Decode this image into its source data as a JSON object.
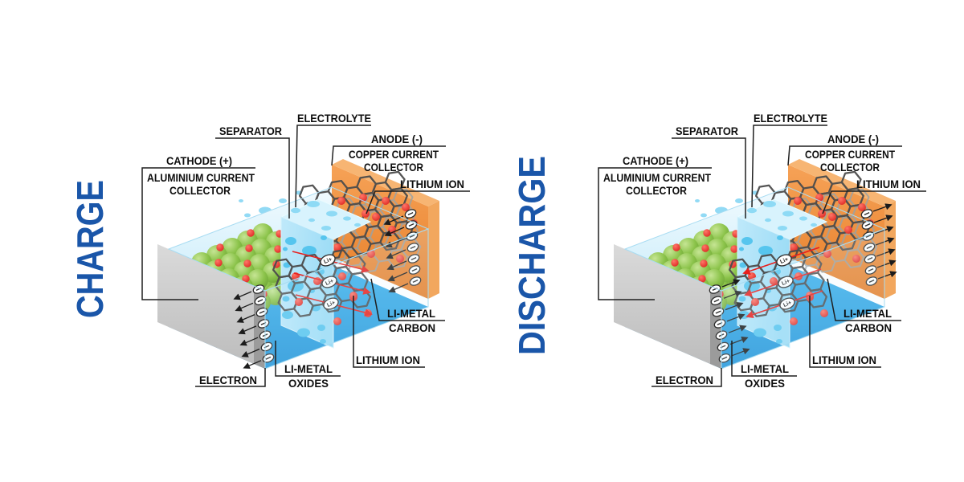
{
  "titles": {
    "charge": "CHARGE",
    "discharge": "DISCHARGE"
  },
  "labels": {
    "separator": "SEPARATOR",
    "electrolyte": "ELECTROLYTE",
    "anode": "ANODE (-)",
    "copper_collector": [
      "COPPER CURRENT",
      "COLLECTOR"
    ],
    "lithium_ion_top": "LITHIUM ION",
    "cathode": "CATHODE (+)",
    "aluminium_collector": [
      "ALUMINIUM CURRENT",
      "COLLECTOR"
    ],
    "electron": "ELECTRON",
    "li_metal_oxides": [
      "LI-METAL",
      "OXIDES"
    ],
    "lithium_ion_bottom": "LITHIUM ION",
    "li_metal_carbon": [
      "LI-METAL",
      "CARBON"
    ]
  },
  "symbols": {
    "lithium_ion": "Li+"
  },
  "colors": {
    "title_blue": "#1a56a9",
    "electrolyte_light": "#c8ecfa",
    "floor_blue": "#29a0e2",
    "separator_blue": "#ace2f8",
    "bubble_blue": "#56c5ee",
    "copper_orange": "#ef8c3a",
    "collector_gray": "#cccccc",
    "oxide_green": "#8bc34a",
    "lithium_red": "#e02721",
    "carbon_gray": "#4c4c4c",
    "label_black": "#0d0d0d"
  }
}
